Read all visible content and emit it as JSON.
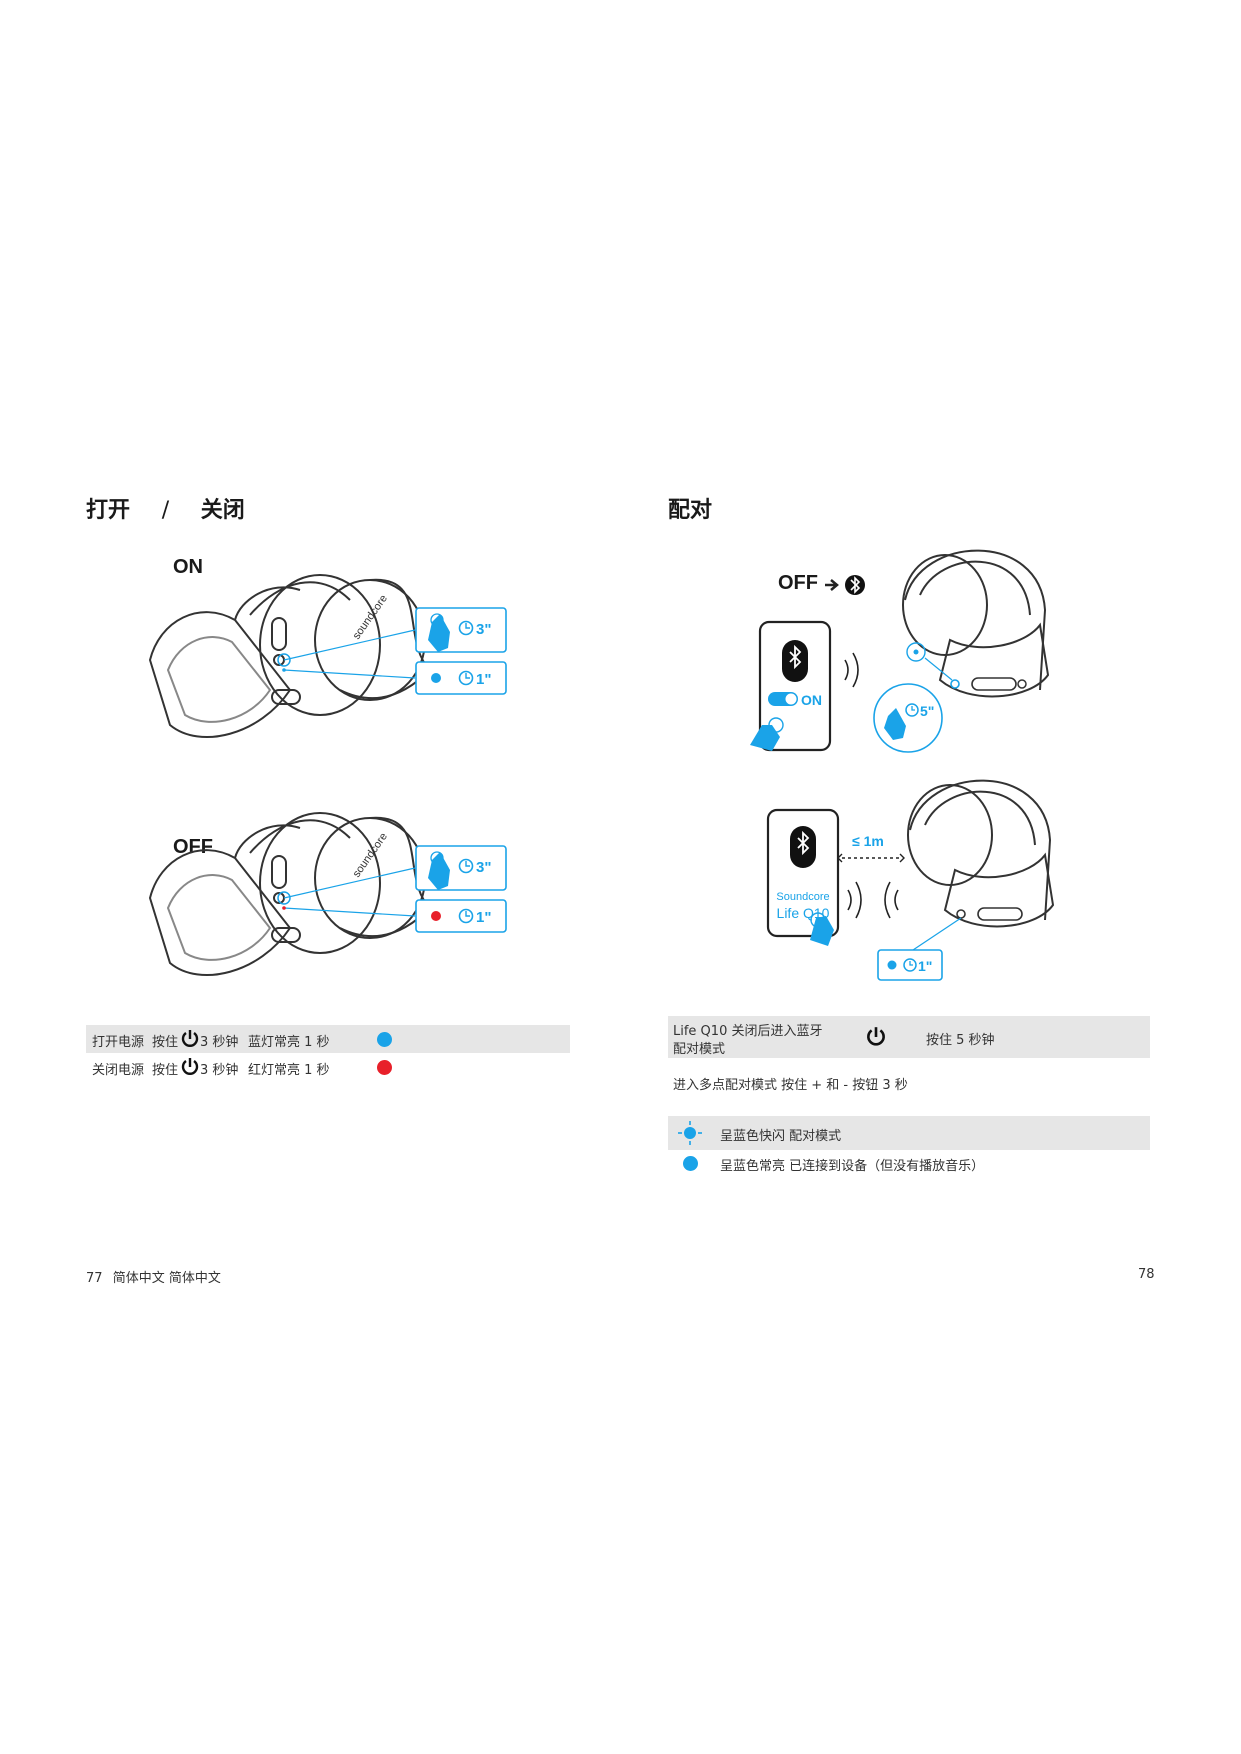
{
  "left_page": {
    "title_on": "打开",
    "title_sep": "/",
    "title_off": "关闭",
    "on_label": "ON",
    "off_label": "OFF",
    "on_callout_hold": "3\"",
    "on_callout_light": "1\"",
    "off_callout_hold": "3\"",
    "off_callout_light": "1\"",
    "brand_on_cup": "soundcore",
    "rows": [
      {
        "action": "打开电源",
        "instruction": "按住",
        "icon": "power-icon",
        "duration": "3 秒钟",
        "result": "蓝灯常亮 1 秒",
        "dot_color": "#1aa3e8"
      },
      {
        "action": "关闭电源",
        "instruction": "按住",
        "icon": "power-icon",
        "duration": "3 秒钟",
        "result": "红灯常亮 1 秒",
        "dot_color": "#e8202a"
      }
    ]
  },
  "right_page": {
    "title": "配对",
    "off_label": "OFF",
    "bt_on_label": "ON",
    "hold_callout": "5\"",
    "distance_label": "≤ 1m",
    "phone_brand": "Soundcore",
    "phone_model": "Life Q10",
    "light_callout": "1\"",
    "pair_row": {
      "text_line1": "Life Q10 关闭后进入蓝牙",
      "text_line2": "配对模式",
      "icon": "power-icon",
      "instruction": "按住 5 秒钟"
    },
    "multipoint_row": "进入多点配对模式 按住 + 和 - 按钮 3 秒",
    "indicators": [
      {
        "icon": "blinking-blue-icon",
        "text": "呈蓝色快闪 配对模式"
      },
      {
        "icon": "solid-blue-icon",
        "text": "呈蓝色常亮 已连接到设备（但没有播放音乐）"
      }
    ]
  },
  "footer": {
    "left_page_number": "77",
    "left_language": "简体中文 简体中文",
    "right_page_number": "78"
  },
  "colors": {
    "accent_blue": "#1aa3e8",
    "red": "#e8202a",
    "row_shade": "#e6e6e6"
  }
}
